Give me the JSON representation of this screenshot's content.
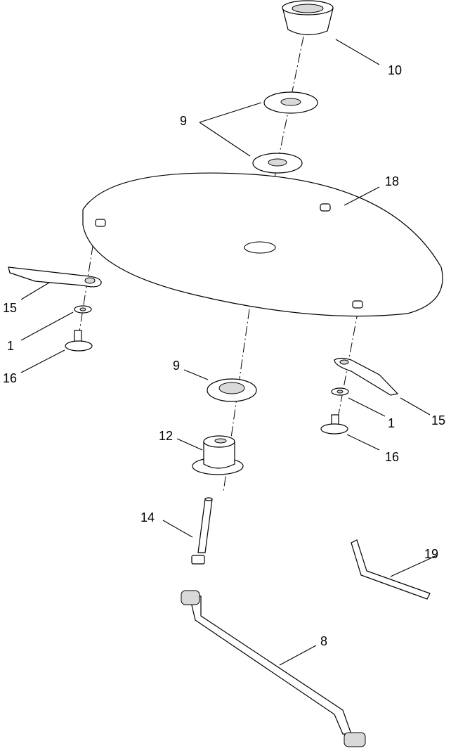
{
  "diagram": {
    "callouts": {
      "c10": "10",
      "c9_top": "9",
      "c18": "18",
      "c15_left": "15",
      "c1_left": "1",
      "c16_left": "16",
      "c9_mid": "9",
      "c15_right": "15",
      "c1_right": "1",
      "c16_right": "16",
      "c12": "12",
      "c14": "14",
      "c19": "19",
      "c8": "8"
    }
  }
}
